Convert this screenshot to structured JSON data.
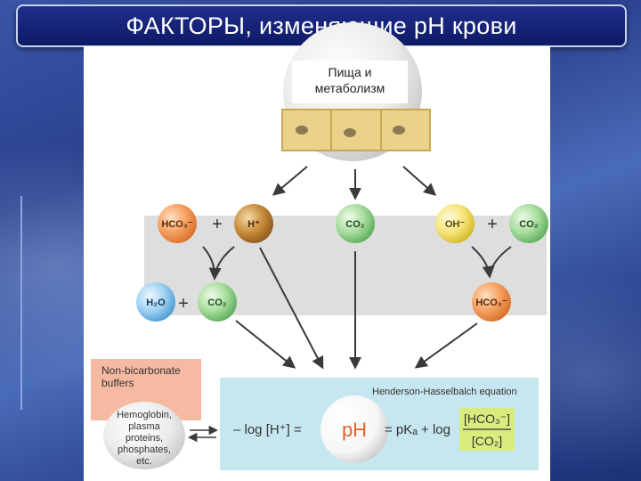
{
  "title": "ФАКТОРЫ, изменяющие pH крови",
  "food_label": [
    "Пища и",
    "метаболизм"
  ],
  "molecules": {
    "hco3": "HCO₃⁻",
    "h_plus": "H⁺",
    "co2_mid": "CO₂",
    "oh_minus": "OH⁻",
    "co2_right": "CO₂",
    "h2o": "H₂O",
    "co2_left": "CO₂",
    "hco3_right": "HCO₃⁻"
  },
  "plus": "+",
  "buffers_title": [
    "Non-bicarbonate",
    "buffers"
  ],
  "buffers_list": [
    "Hemoglobin,",
    "plasma",
    "proteins,",
    "phosphates,",
    "etc."
  ],
  "hh_title": "Henderson-Hasselbalch equation",
  "eq_left": "– log [H⁺] =",
  "ph_label": "pH",
  "eq_right": "= pKₐ + log",
  "fraction_num": "[HCO₃⁻]",
  "fraction_den": "[CO₂]",
  "colors": {
    "title_bg": "#13207a",
    "orange": "#f08a3a",
    "gold": "#c7862e",
    "green": "#8fd08a",
    "yellow": "#f6e26a",
    "blue": "#8cc8ee",
    "salmon": "#f6b9a2",
    "teal_box": "#c6e7ef",
    "gray_band": "#dedede",
    "fraction_fill": "#d8ec7e"
  }
}
